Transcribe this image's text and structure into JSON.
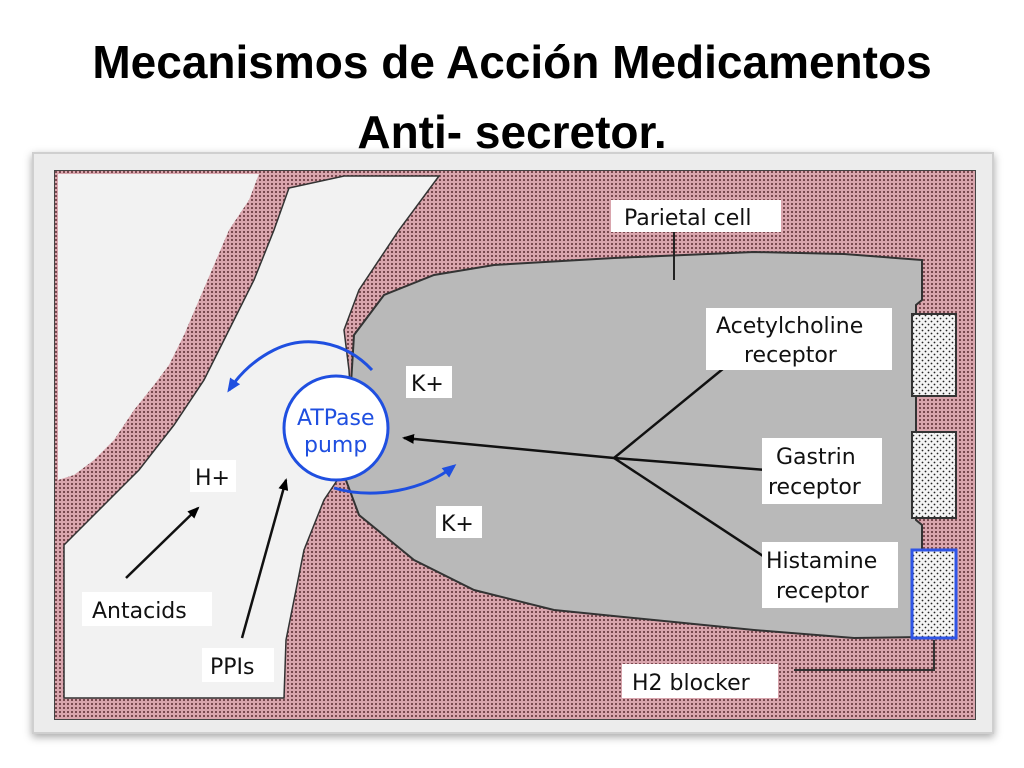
{
  "title": {
    "line1": "Mecanismos de Acción Medicamentos",
    "line2": "Anti- secretor."
  },
  "diagram": {
    "labels": {
      "parietal_cell": "Parietal cell",
      "acetylcholine_l1": "Acetylcholine",
      "acetylcholine_l2": "receptor",
      "gastrin_l1": "Gastrin",
      "gastrin_l2": "receptor",
      "histamine_l1": "Histamine",
      "histamine_l2": "receptor",
      "atpase_l1": "ATPase",
      "atpase_l2": "pump",
      "k_plus_top": "K+",
      "k_plus_bottom": "K+",
      "h_plus": "H+",
      "antacids": "Antacids",
      "ppis": "PPIs",
      "h2_blocker": "H2 blocker"
    },
    "colors": {
      "background_pattern": "#d9a5ad",
      "pattern_dot": "#7a4a50",
      "cell_fill": "#b9b9b9",
      "lumen_fill": "#f2f2f2",
      "pump_blue": "#1f4fe0",
      "highlight_receptor_border": "#2f55e6"
    }
  }
}
